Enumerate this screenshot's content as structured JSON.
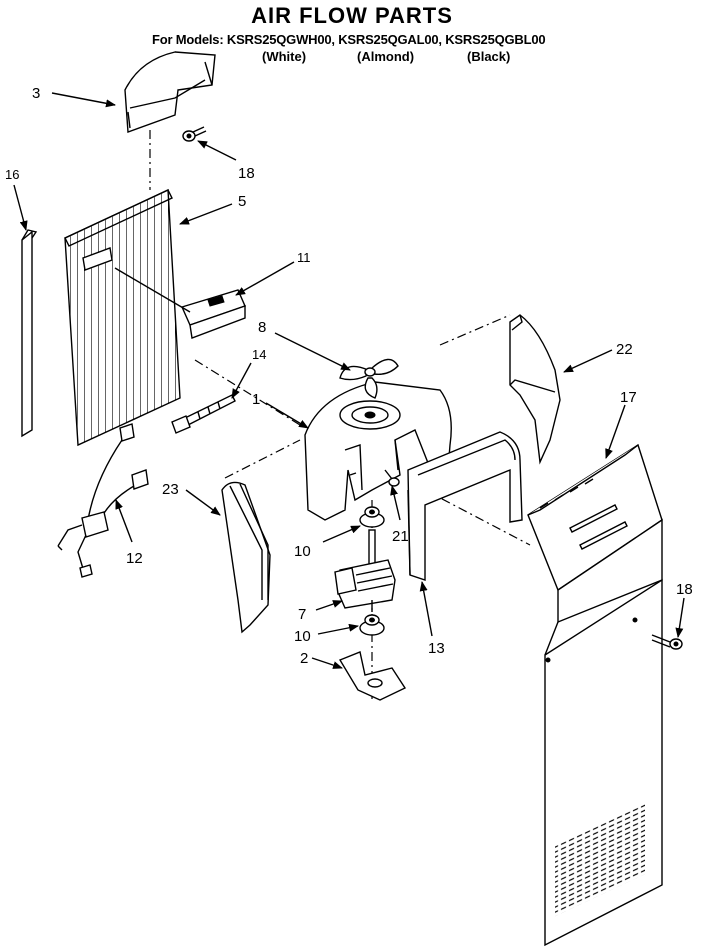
{
  "header": {
    "title": "AIR FLOW PARTS",
    "models_line": "For Models: KSRS25QGWH00, KSRS25QGAL00, KSRS25QGBL00",
    "variants": [
      "(White)",
      "(Almond)",
      "(Black)"
    ]
  },
  "callouts": {
    "c1": "1",
    "c2": "2",
    "c3": "3",
    "c5": "5",
    "c7": "7",
    "c8": "8",
    "c10a": "10",
    "c10b": "10",
    "c11": "11",
    "c12": "12",
    "c13": "13",
    "c14": "14",
    "c16": "16",
    "c17": "17",
    "c18a": "18",
    "c18b": "18",
    "c21": "21",
    "c22": "22",
    "c23": "23"
  }
}
